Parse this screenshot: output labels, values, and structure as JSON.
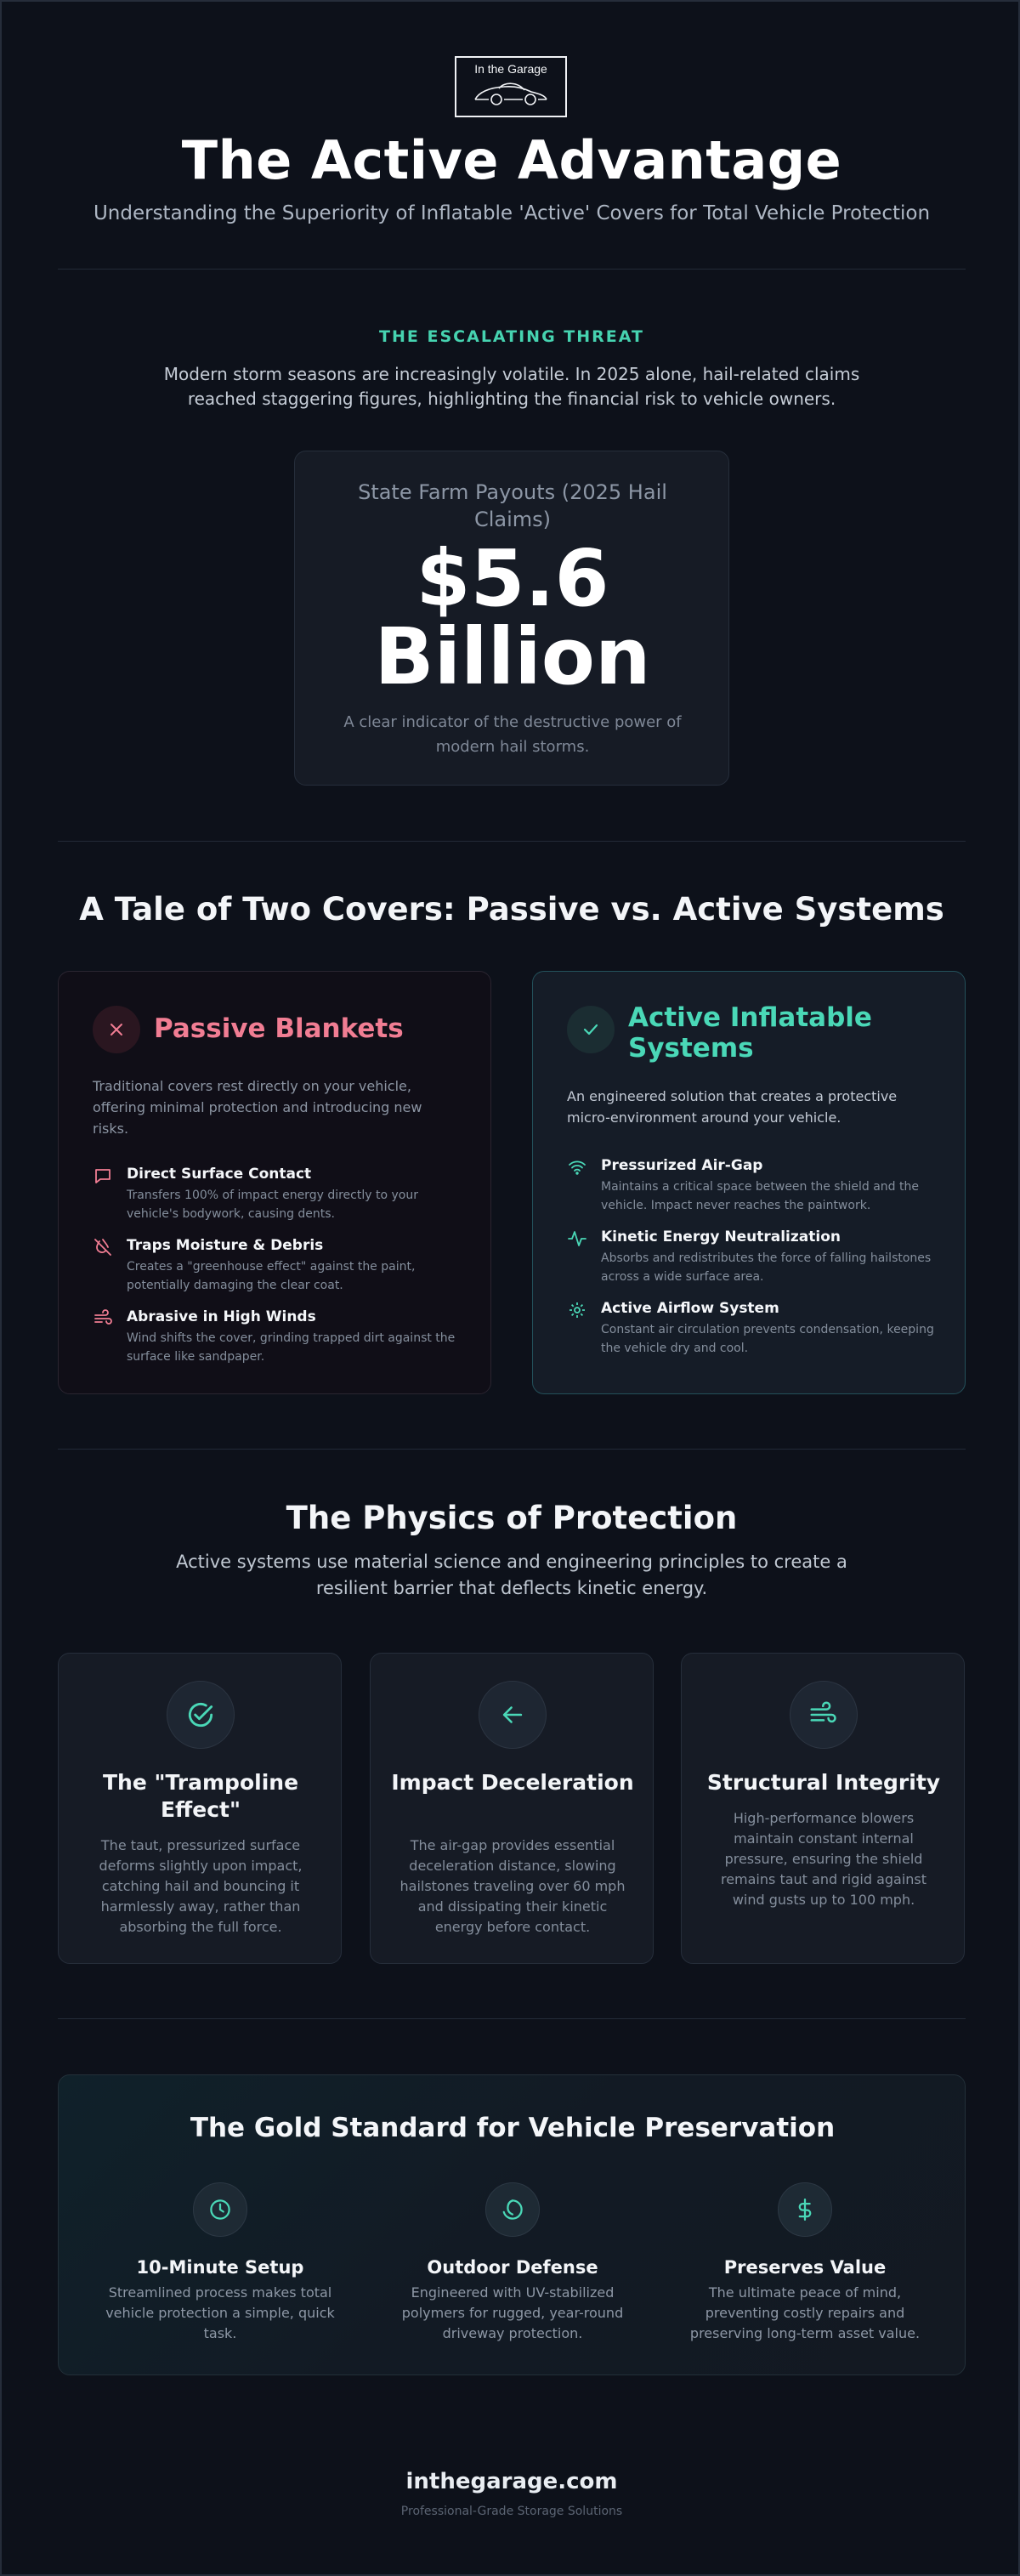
{
  "header": {
    "logo_text": "In the Garage",
    "title": "The Active Advantage",
    "subtitle": "Understanding the Superiority of Inflatable 'Active' Covers for Total Vehicle Protection"
  },
  "threat": {
    "eyebrow": "THE ESCALATING THREAT",
    "intro": "Modern storm seasons are increasingly volatile. In 2025 alone, hail-related claims reached staggering figures, highlighting the financial risk to vehicle owners.",
    "stat_label": "State Farm Payouts (2025 Hail Claims)",
    "stat_value_line1": "$5.6",
    "stat_value_line2": "Billion",
    "stat_note": "A clear indicator of the destructive power of modern hail storms."
  },
  "compare": {
    "title": "A Tale of Two Covers: Passive vs. Active Systems",
    "passive": {
      "icon": "x-icon",
      "color": "#f17d93",
      "heading": "Passive Blankets",
      "description": "Traditional covers rest directly on your vehicle, offering minimal protection and introducing new risks.",
      "features": [
        {
          "icon": "message-square-icon",
          "title": "Direct Surface Contact",
          "description": "Transfers 100% of impact energy directly to your vehicle's bodywork, causing dents."
        },
        {
          "icon": "droplet-off-icon",
          "title": "Traps Moisture & Debris",
          "description": "Creates a \"greenhouse effect\" against the paint, potentially damaging the clear coat."
        },
        {
          "icon": "wind-icon",
          "title": "Abrasive in High Winds",
          "description": "Wind shifts the cover, grinding trapped dirt against the surface like sandpaper."
        }
      ]
    },
    "active": {
      "icon": "check-icon",
      "color": "#4ad8b7",
      "heading": "Active Inflatable Systems",
      "description": "An engineered solution that creates a protective micro-environment around your vehicle.",
      "features": [
        {
          "icon": "wifi-icon",
          "title": "Pressurized Air-Gap",
          "description": "Maintains a critical space between the shield and the vehicle. Impact never reaches the paintwork."
        },
        {
          "icon": "activity-icon",
          "title": "Kinetic Energy Neutralization",
          "description": "Absorbs and redistributes the force of falling hailstones across a wide surface area."
        },
        {
          "icon": "gear-icon",
          "title": "Active Airflow System",
          "description": "Constant air circulation prevents condensation, keeping the vehicle dry and cool."
        }
      ]
    }
  },
  "physics": {
    "title": "The Physics of Protection",
    "intro": "Active systems use material science and engineering principles to create a resilient barrier that deflects kinetic energy.",
    "cards": [
      {
        "icon": "check-circle-icon",
        "title": "The \"Trampoline Effect\"",
        "description": "The taut, pressurized surface deforms slightly upon impact, catching hail and bouncing it harmlessly away, rather than absorbing the full force."
      },
      {
        "icon": "arrow-left-icon",
        "title": "Impact Deceleration",
        "description": "The air-gap provides essential deceleration distance, slowing hailstones traveling over 60 mph and dissipating their kinetic energy before contact."
      },
      {
        "icon": "wind-icon",
        "title": "Structural Integrity",
        "description": "High-performance blowers maintain constant internal pressure, ensuring the shield remains taut and rigid against wind gusts up to 100 mph."
      }
    ]
  },
  "gold": {
    "title": "The Gold Standard for Vehicle Preservation",
    "items": [
      {
        "icon": "clock-icon",
        "title": "10-Minute Setup",
        "description": "Streamlined process makes total vehicle protection a simple, quick task."
      },
      {
        "icon": "shield-arc-icon",
        "title": "Outdoor Defense",
        "description": "Engineered with UV-stabilized polymers for rugged, year-round driveway protection."
      },
      {
        "icon": "dollar-icon",
        "title": "Preserves Value",
        "description": "The ultimate peace of mind, preventing costly repairs and preserving long-term asset value."
      }
    ]
  },
  "footer": {
    "brand": "inthegarage.com",
    "tagline": "Professional-Grade Storage Solutions"
  },
  "colors": {
    "accent": "#46d3b0",
    "passive": "#f17d93",
    "background": "#0d111a"
  }
}
